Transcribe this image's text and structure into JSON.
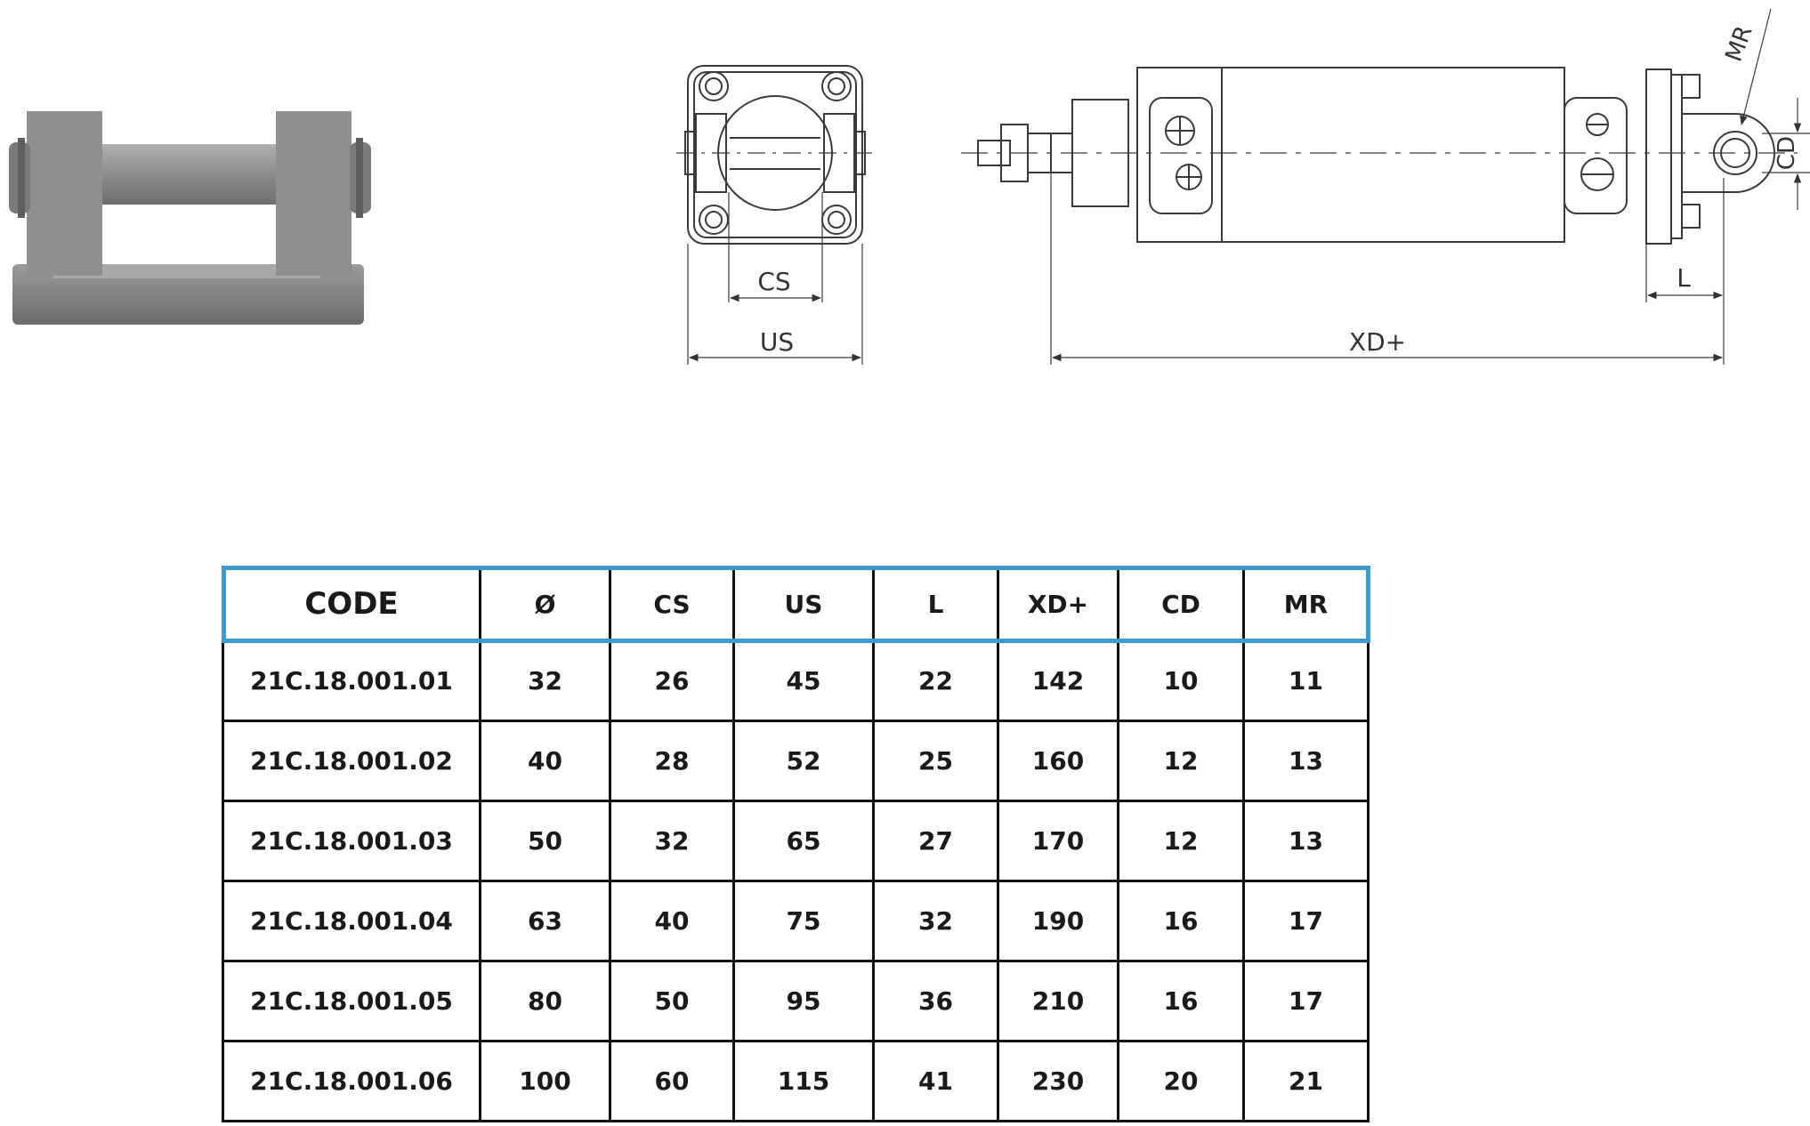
{
  "drawing": {
    "dimension_labels": {
      "cs": "CS",
      "us": "US",
      "xd": "XD+",
      "l": "L",
      "cd": "CD",
      "mr": "MR"
    },
    "colors": {
      "line": "#3a3a3a",
      "part_gray": "#8a8a8a",
      "header_border": "#3d9bd1"
    },
    "icons": [
      "clevis-render",
      "front-view-flange",
      "side-view-cylinder"
    ]
  },
  "table": {
    "headers": [
      "CODE",
      "Ø",
      "CS",
      "US",
      "L",
      "XD+",
      "CD",
      "MR"
    ],
    "rows": [
      [
        "21C.18.001.01",
        "32",
        "26",
        "45",
        "22",
        "142",
        "10",
        "11"
      ],
      [
        "21C.18.001.02",
        "40",
        "28",
        "52",
        "25",
        "160",
        "12",
        "13"
      ],
      [
        "21C.18.001.03",
        "50",
        "32",
        "65",
        "27",
        "170",
        "12",
        "13"
      ],
      [
        "21C.18.001.04",
        "63",
        "40",
        "75",
        "32",
        "190",
        "16",
        "17"
      ],
      [
        "21C.18.001.05",
        "80",
        "50",
        "95",
        "36",
        "210",
        "16",
        "17"
      ],
      [
        "21C.18.001.06",
        "100",
        "60",
        "115",
        "41",
        "230",
        "20",
        "21"
      ]
    ]
  }
}
